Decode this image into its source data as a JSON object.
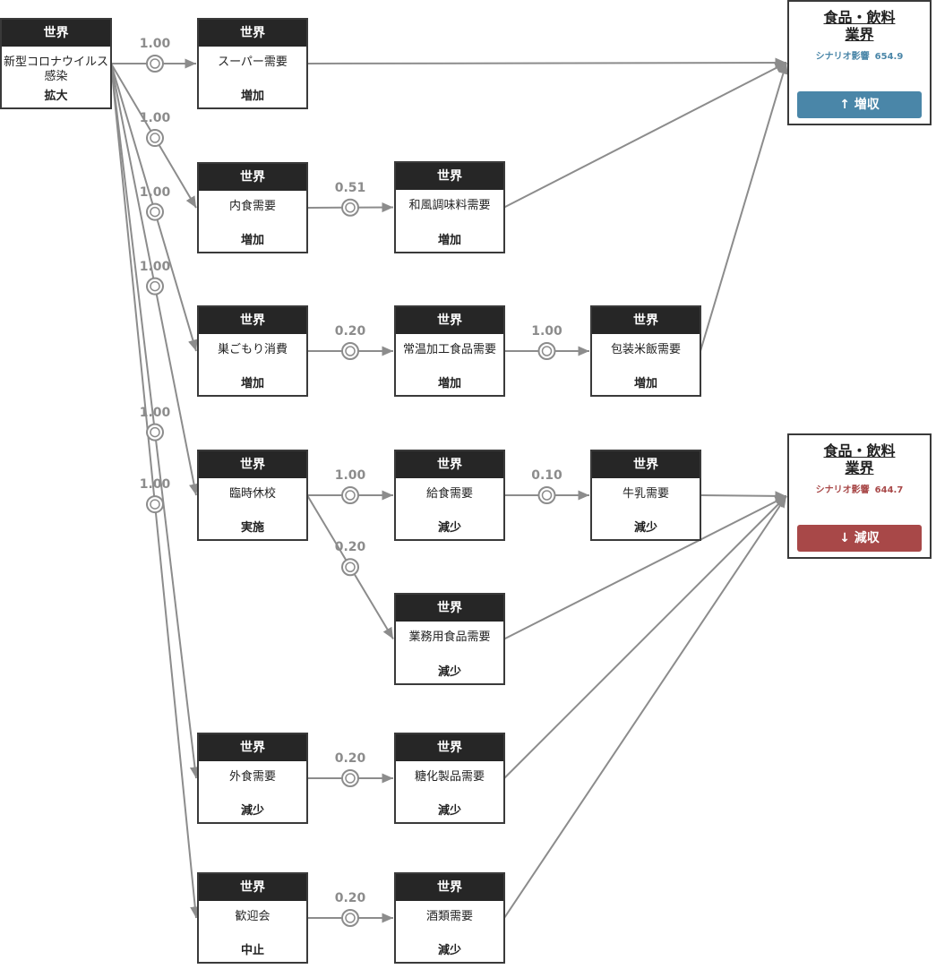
{
  "colors": {
    "edge": "#8c8c8c",
    "header_bg": "#262626",
    "increase": "#4a86a8",
    "decrease": "#a84848"
  },
  "nodes": {
    "covid": {
      "header": "世界",
      "name": "新型コロナウイルス感染",
      "state": "拡大"
    },
    "super": {
      "header": "世界",
      "name": "スーパー需要",
      "state": "増加"
    },
    "naishoku": {
      "header": "世界",
      "name": "内食需要",
      "state": "増加"
    },
    "sugomori": {
      "header": "世界",
      "name": "巣ごもり消費",
      "state": "増加"
    },
    "rinji": {
      "header": "世界",
      "name": "臨時休校",
      "state": "実施"
    },
    "gaishoku": {
      "header": "世界",
      "name": "外食需要",
      "state": "減少"
    },
    "kangei": {
      "header": "世界",
      "name": "歓迎会",
      "state": "中止"
    },
    "wafu": {
      "header": "世界",
      "name": "和風調味料需要",
      "state": "増加"
    },
    "joon": {
      "header": "世界",
      "name": "常温加工食品需要",
      "state": "増加"
    },
    "kyushoku": {
      "header": "世界",
      "name": "給食需要",
      "state": "減少"
    },
    "gyomu": {
      "header": "世界",
      "name": "業務用食品需要",
      "state": "減少"
    },
    "toka": {
      "header": "世界",
      "name": "糖化製品需要",
      "state": "減少"
    },
    "sake": {
      "header": "世界",
      "name": "酒類需要",
      "state": "減少"
    },
    "hoso": {
      "header": "世界",
      "name": "包装米飯需要",
      "state": "増加"
    },
    "gyunyu": {
      "header": "世界",
      "name": "牛乳需要",
      "state": "減少"
    }
  },
  "industries": {
    "up": {
      "title": "食品・飲料業界",
      "score_label": "シナリオ影響",
      "score": "654.9",
      "button": "↑ 増収"
    },
    "down": {
      "title": "食品・飲料業界",
      "score_label": "シナリオ影響",
      "score": "644.7",
      "button": "↓ 減収"
    }
  },
  "edges": [
    {
      "from": "covid",
      "to": "super",
      "weight": "1.00"
    },
    {
      "from": "covid",
      "to": "naishoku",
      "weight": "1.00"
    },
    {
      "from": "covid",
      "to": "sugomori",
      "weight": "1.00"
    },
    {
      "from": "covid",
      "to": "rinji",
      "weight": "1.00"
    },
    {
      "from": "covid",
      "to": "gaishoku",
      "weight": "1.00"
    },
    {
      "from": "covid",
      "to": "kangei",
      "weight": "1.00"
    },
    {
      "from": "naishoku",
      "to": "wafu",
      "weight": "0.51"
    },
    {
      "from": "sugomori",
      "to": "joon",
      "weight": "0.20"
    },
    {
      "from": "joon",
      "to": "hoso",
      "weight": "1.00"
    },
    {
      "from": "rinji",
      "to": "kyushoku",
      "weight": "1.00"
    },
    {
      "from": "rinji",
      "to": "gyomu",
      "weight": "0.20"
    },
    {
      "from": "kyushoku",
      "to": "gyunyu",
      "weight": "0.10"
    },
    {
      "from": "gaishoku",
      "to": "toka",
      "weight": "0.20"
    },
    {
      "from": "kangei",
      "to": "sake",
      "weight": "0.20"
    },
    {
      "from": "super",
      "to": "up"
    },
    {
      "from": "wafu",
      "to": "up"
    },
    {
      "from": "hoso",
      "to": "up"
    },
    {
      "from": "gyunyu",
      "to": "down"
    },
    {
      "from": "gyomu",
      "to": "down"
    },
    {
      "from": "toka",
      "to": "down"
    },
    {
      "from": "sake",
      "to": "down"
    }
  ]
}
